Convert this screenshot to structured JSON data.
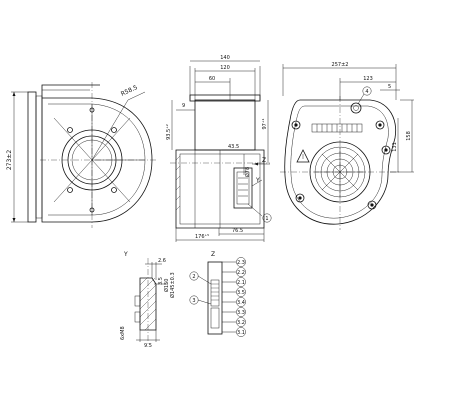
{
  "front_view": {
    "dim_height": "273±2",
    "dim_radius": "R58.5"
  },
  "side_view": {
    "dim_140": "140",
    "dim_120": "120",
    "dim_60": "60",
    "dim_9": "9",
    "dim_93_5": "93.5⁺²",
    "dim_97": "97⁺¹",
    "dim_43_5": "43.5",
    "dim_78": "Ø78",
    "dim_76_5": "76.5",
    "dim_176": "176⁺⁵",
    "view_z": "Z",
    "view_y": "Y",
    "callout_1": "1"
  },
  "rear_view": {
    "dim_257": "257±2",
    "dim_123": "123",
    "dim_5": "5",
    "dim_158": "158",
    "dim_131": "131",
    "callout_4": "4"
  },
  "detail_y": {
    "title": "Y",
    "dim_2_6": "2.6",
    "dim_3_5": "3.5",
    "dim_150": "Ø150",
    "dim_145": "Ø145±0.3",
    "dim_m8": "6xM8",
    "dim_9_5": "9.5"
  },
  "detail_z": {
    "title": "Z",
    "callout_2": "2",
    "callout_3": "3",
    "pins": [
      "2.3",
      "2.2",
      "2.1",
      "3.5",
      "3.4",
      "3.3",
      "3.2",
      "3.1"
    ]
  }
}
